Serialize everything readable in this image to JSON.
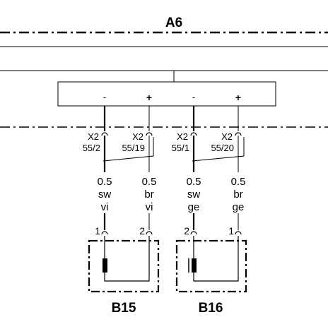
{
  "diagram": {
    "top_module": "A6",
    "connector_pins": [
      {
        "polarity": "-",
        "connector": "X2",
        "pin": "55/2"
      },
      {
        "polarity": "+",
        "connector": "X2",
        "pin": "55/19"
      },
      {
        "polarity": "-",
        "connector": "X2",
        "pin": "55/1"
      },
      {
        "polarity": "+",
        "connector": "X2",
        "pin": "55/20"
      }
    ],
    "wires": [
      {
        "size": "0.5",
        "color1": "sw",
        "color2": "vi"
      },
      {
        "size": "0.5",
        "color1": "br",
        "color2": "vi"
      },
      {
        "size": "0.5",
        "color1": "sw",
        "color2": "ge"
      },
      {
        "size": "0.5",
        "color1": "br",
        "color2": "ge"
      }
    ],
    "sensor_pins": [
      "1",
      "2",
      "2",
      "1"
    ],
    "sensors": [
      "B15",
      "B16"
    ]
  }
}
